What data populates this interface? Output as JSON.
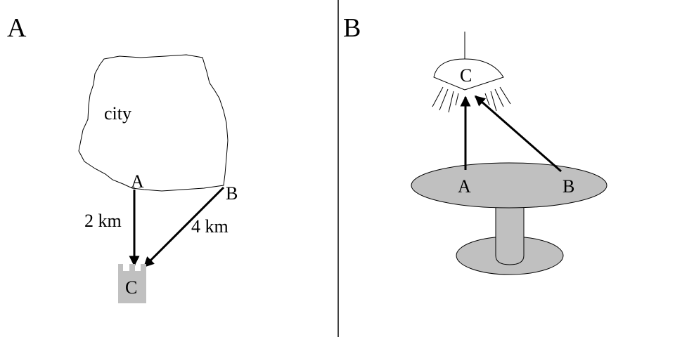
{
  "panels": [
    {
      "letter": "A",
      "city_label": "city",
      "point_a": "A",
      "point_b": "B",
      "point_c": "C",
      "distance_ac": "2 km",
      "distance_bc": "4 km"
    },
    {
      "letter": "B",
      "point_a": "A",
      "point_b": "B",
      "point_c": "C"
    }
  ],
  "colors": {
    "fill_gray": "#c0c0c0",
    "stroke": "#000000",
    "background": "#ffffff"
  },
  "icons": [
    "castle-icon",
    "lamp-icon",
    "table-icon"
  ]
}
